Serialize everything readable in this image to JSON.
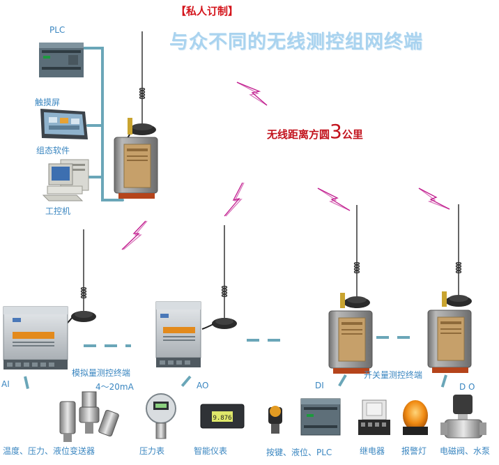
{
  "header": {
    "tag": "【私人订制】",
    "title": "与众不同的无线测控组网终端"
  },
  "range": {
    "prefix": "无线距离方圆",
    "number": "3",
    "suffix": "公里"
  },
  "host_devices": {
    "plc": "PLC",
    "touch_screen": "触摸屏",
    "config_software": "组态软件",
    "industrial_pc": "工控机"
  },
  "channels": {
    "ai": "AI",
    "ao": "AO",
    "di": "DI",
    "do": "D O",
    "analog_group": "模拟量测控终端",
    "analog_current": "4～20mA",
    "switch_group": "开关量测控终端"
  },
  "field_devices": {
    "transmitters": "温度、压力、液位变送器",
    "pressure_gauge": "压力表",
    "smart_meter": "智能仪表",
    "meter_reading": "9.876",
    "switches": "按键、液位、PLC",
    "relay": "继电器",
    "alarm_light": "报警灯",
    "valve_pump": "电磁阀、水泵"
  },
  "colors": {
    "link_line": "#6aa6b8",
    "radio_bolt": "#c0188c",
    "title": "#a9d3ef",
    "label": "#3a86c0",
    "accent_red": "#c2121c"
  }
}
